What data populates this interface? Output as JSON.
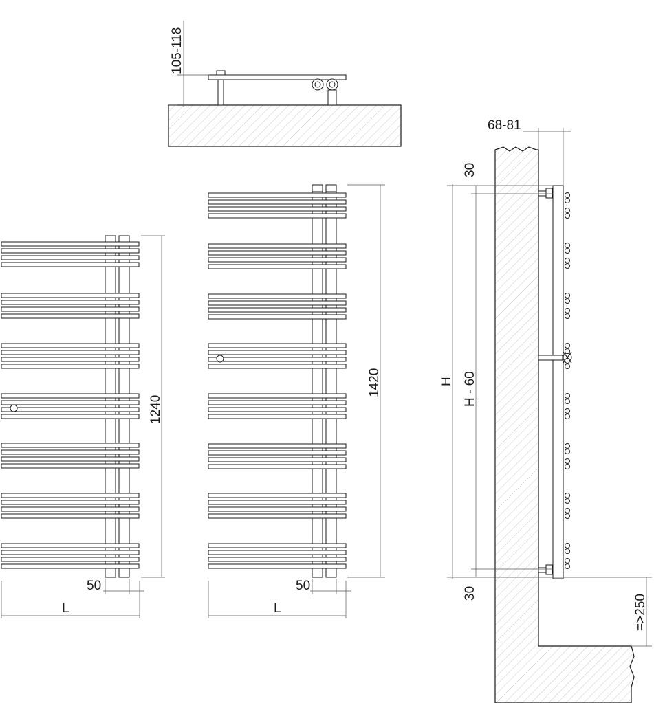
{
  "labels": {
    "top_depth": "105-118",
    "side_depth": "68-81",
    "height_small": "1240",
    "height_large": "1420",
    "pipe_spacing_left": "50",
    "pipe_spacing_right": "50",
    "width_left": "L",
    "width_right": "L",
    "height_total": "H",
    "height_inner": "H - 60",
    "offset_top": "30",
    "offset_bottom": "30",
    "floor_clearance": "=>250"
  }
}
